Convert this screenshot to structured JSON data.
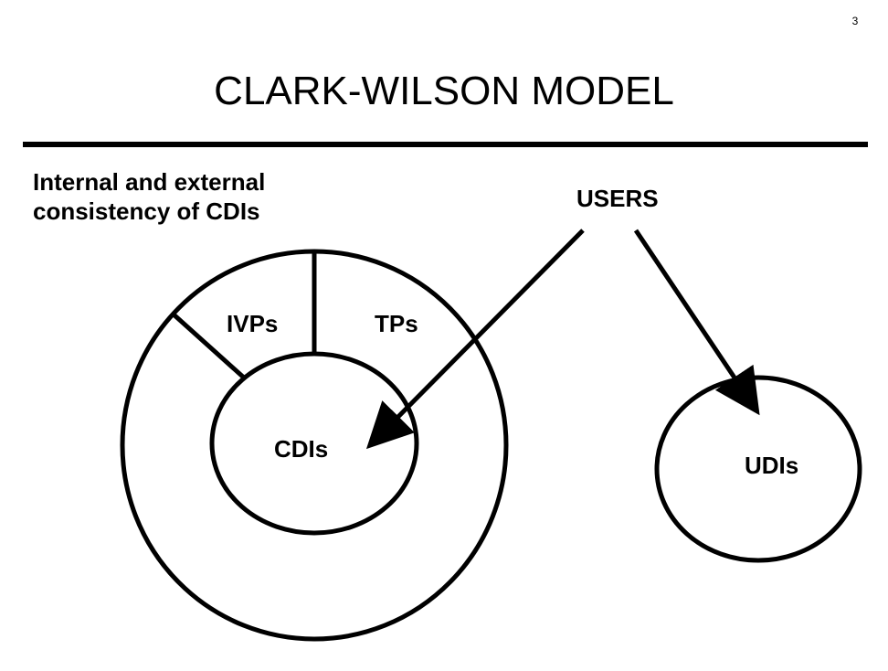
{
  "slide": {
    "page_number": "3",
    "title": "CLARK-WILSON MODEL",
    "subtitle_lines": [
      "Internal and external",
      "consistency of CDIs"
    ]
  },
  "diagram": {
    "outer_ring_segments": {
      "ivps": "IVPs",
      "tps": "TPs"
    },
    "inner_circle": "CDIs",
    "users": "USERS",
    "udis": "UDIs",
    "arrows": [
      {
        "from": "USERS",
        "to": "CDIs"
      },
      {
        "from": "USERS",
        "to": "UDIs"
      }
    ]
  },
  "colors": {
    "stroke": "#000000",
    "background": "#ffffff"
  }
}
